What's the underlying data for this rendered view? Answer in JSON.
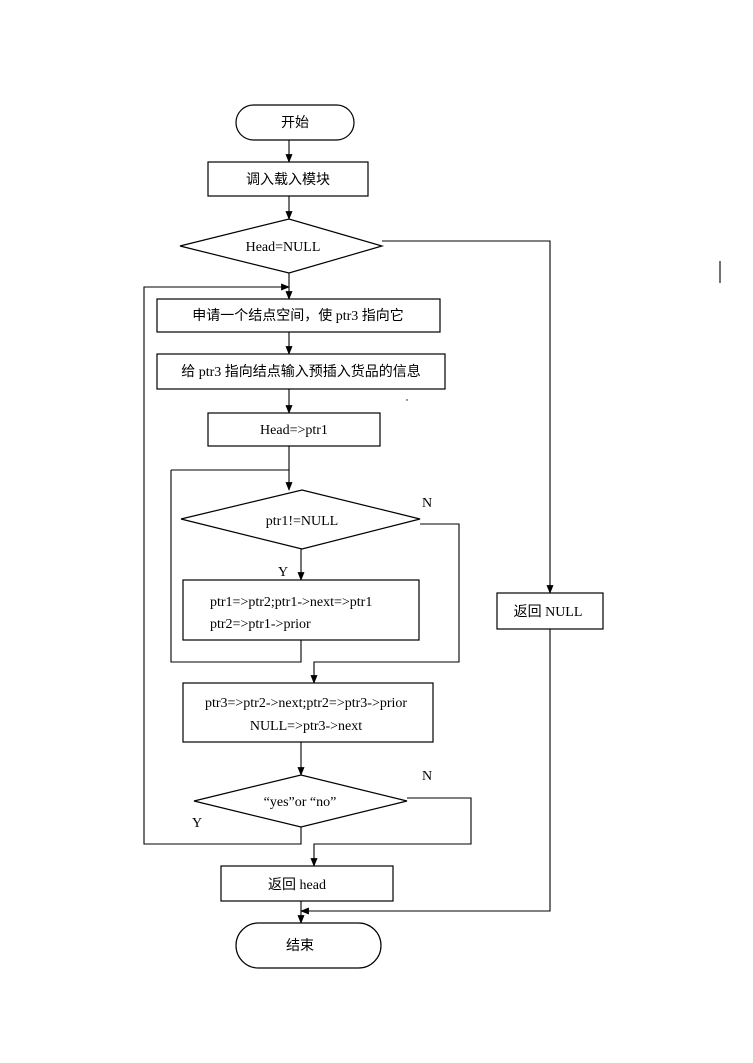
{
  "flowchart": {
    "start": "开始",
    "load_module": "调入载入模块",
    "head_null": "Head=NULL",
    "alloc_node": "申请一个结点空间，使 ptr3 指向它",
    "input_info": "给 ptr3 指向结点输入预插入货品的信息",
    "head_ptr1": "Head=>ptr1",
    "ptr1_not_null": "ptr1!=NULL",
    "traverse_line1": "ptr1=>ptr2;ptr1->next=>ptr1",
    "traverse_line2": "ptr2=>ptr1->prior",
    "link_line1": "ptr3=>ptr2->next;ptr2=>ptr3->prior",
    "link_line2": "NULL=>ptr3->next",
    "yes_or_no": "“yes”or “no”",
    "return_head": "返回 head",
    "return_null": "返回 NULL",
    "end": "结束"
  },
  "labels": {
    "loop_no": "N",
    "loop_yes": "Y",
    "continue_no": "N",
    "continue_yes": "Y"
  }
}
